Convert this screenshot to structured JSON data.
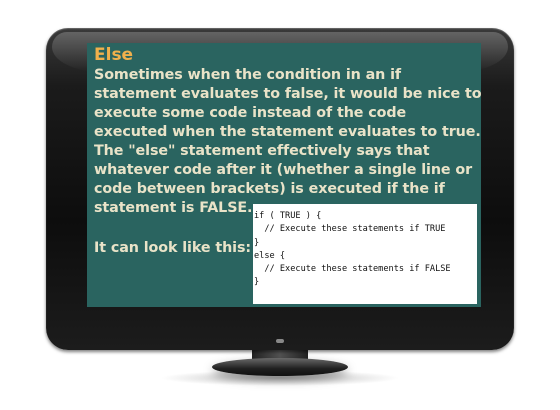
{
  "slide": {
    "title": "Else",
    "body_lines": [
      "Sometimes when the condition in an if",
      "statement evaluates to false, it would be nice to",
      "execute some code instead of the code",
      "executed when the statement evaluates to true.",
      "The \"else\" statement effectively says that",
      "whatever code after it (whether a single line or",
      "code between brackets) is executed if the if",
      "statement is FALSE."
    ],
    "example_intro": "It can look like this:",
    "code_lines": [
      "if ( TRUE ) {",
      "  // Execute these statements if TRUE",
      "}",
      "else {",
      "  // Execute these statements if FALSE",
      "}"
    ]
  },
  "colors": {
    "screen_background": "#2a6460",
    "title_color": "#f0b04c",
    "body_text_color": "#e9e3c8",
    "code_background": "#ffffff",
    "bezel": "#111111"
  }
}
